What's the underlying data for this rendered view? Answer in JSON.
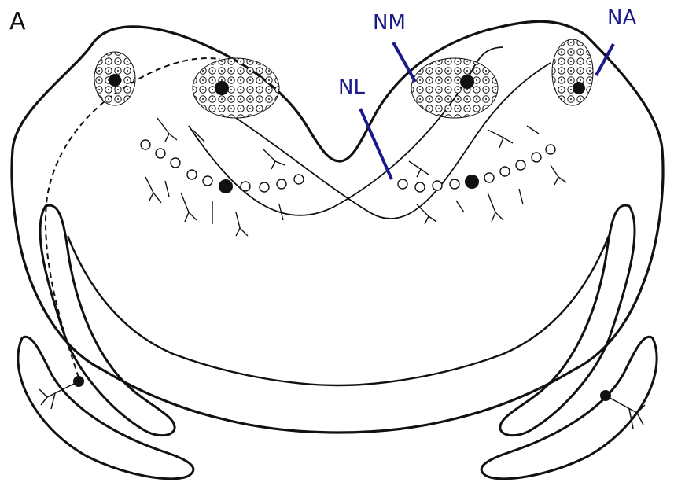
{
  "figure": {
    "panel_letter": "A",
    "labels": {
      "nm": "NM",
      "na": "NA",
      "nl": "NL"
    }
  },
  "colors": {
    "ink": "#111111",
    "label": "#1a1a8a",
    "background": "#ffffff"
  }
}
